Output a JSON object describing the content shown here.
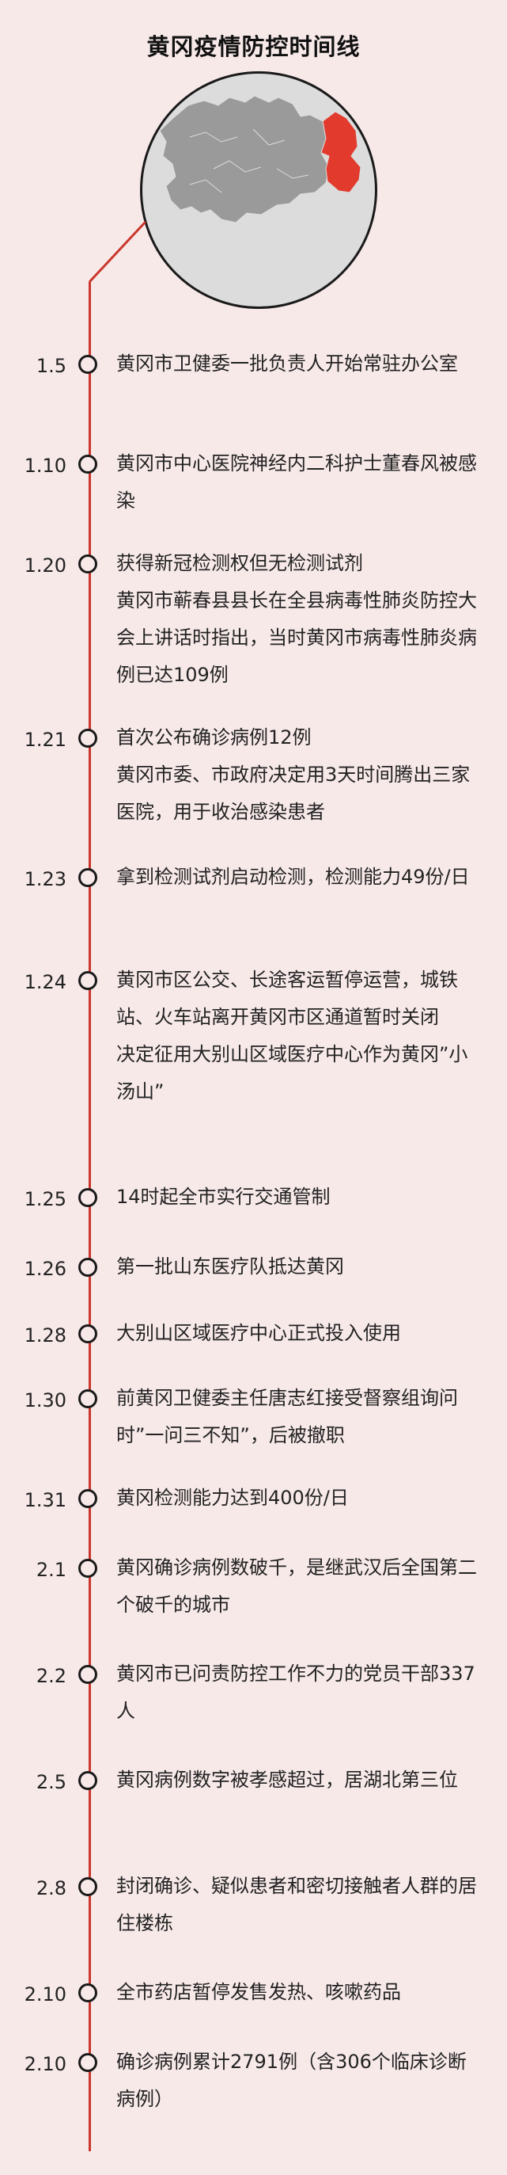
{
  "title": "黄冈疫情防控时间线",
  "colors": {
    "background": "#f8e9e9",
    "accent": "#c9362b",
    "map_gray": "#9a9a9a",
    "highlight": "#e23b2e"
  },
  "map": {
    "icon": "hubei-map-with-huanggang-highlight"
  },
  "entries": [
    {
      "date": "1.5",
      "lines": [
        "黄冈市卫健委一批负责人开始常驻办公室"
      ]
    },
    {
      "date": "1.10",
      "lines": [
        "黄冈市中心医院神经内二科护士董春风被感染"
      ]
    },
    {
      "date": "1.20",
      "lines": [
        "获得新冠检测权但无检测试剂",
        "黄冈市蕲春县县长在全县病毒性肺炎防控大会上讲话时指出，当时黄冈市病毒性肺炎病例已达109例"
      ]
    },
    {
      "date": "1.21",
      "lines": [
        "首次公布确诊病例12例",
        "黄冈市委、市政府决定用3天时间腾出三家医院，用于收治感染患者"
      ]
    },
    {
      "date": "1.23",
      "lines": [
        "拿到检测试剂启动检测，检测能力49份/日"
      ]
    },
    {
      "date": "1.24",
      "lines": [
        "黄冈市区公交、长途客运暂停运营，城铁站、火车站离开黄冈市区通道暂时关闭",
        "决定征用大别山区域医疗中心作为黄冈”小汤山”"
      ]
    },
    {
      "date": "1.25",
      "lines": [
        "14时起全市实行交通管制"
      ]
    },
    {
      "date": "1.26",
      "lines": [
        "第一批山东医疗队抵达黄冈"
      ]
    },
    {
      "date": "1.28",
      "lines": [
        "大别山区域医疗中心正式投入使用"
      ]
    },
    {
      "date": "1.30",
      "lines": [
        "前黄冈卫健委主任唐志红接受督察组询问时”一问三不知”，后被撤职"
      ]
    },
    {
      "date": "1.31",
      "lines": [
        "黄冈检测能力达到400份/日"
      ]
    },
    {
      "date": "2.1",
      "lines": [
        "黄冈确诊病例数破千，是继武汉后全国第二个破千的城市"
      ]
    },
    {
      "date": "2.2",
      "lines": [
        "黄冈市已问责防控工作不力的党员干部337人"
      ]
    },
    {
      "date": "2.5",
      "lines": [
        "黄冈病例数字被孝感超过，居湖北第三位"
      ]
    },
    {
      "date": "2.8",
      "lines": [
        "封闭确诊、疑似患者和密切接触者人群的居住楼栋"
      ]
    },
    {
      "date": "2.10",
      "lines": [
        "全市药店暂停发售发热、咳嗽药品"
      ]
    },
    {
      "date": "2.10",
      "lines": [
        "确诊病例累计2791例（含306个临床诊断病例）"
      ]
    }
  ]
}
